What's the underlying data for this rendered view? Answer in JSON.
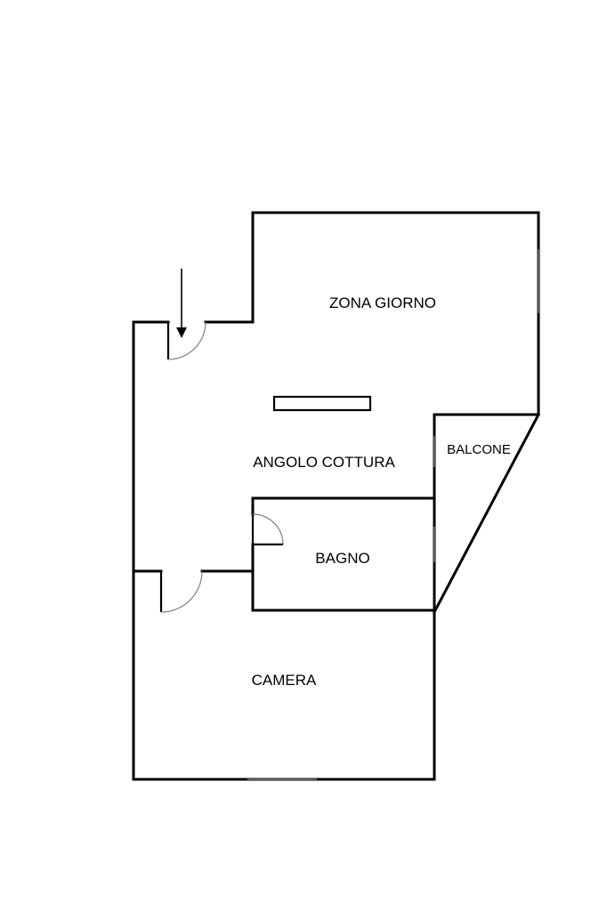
{
  "rooms": {
    "zona_giorno": "ZONA GIORNO",
    "angolo_cottura": "ANGOLO COTTURA",
    "bagno": "BAGNO",
    "balcone": "BALCONE",
    "camera": "CAMERA"
  },
  "colors": {
    "wall": "#000000",
    "door_swing": "#808080",
    "background": "#ffffff"
  }
}
